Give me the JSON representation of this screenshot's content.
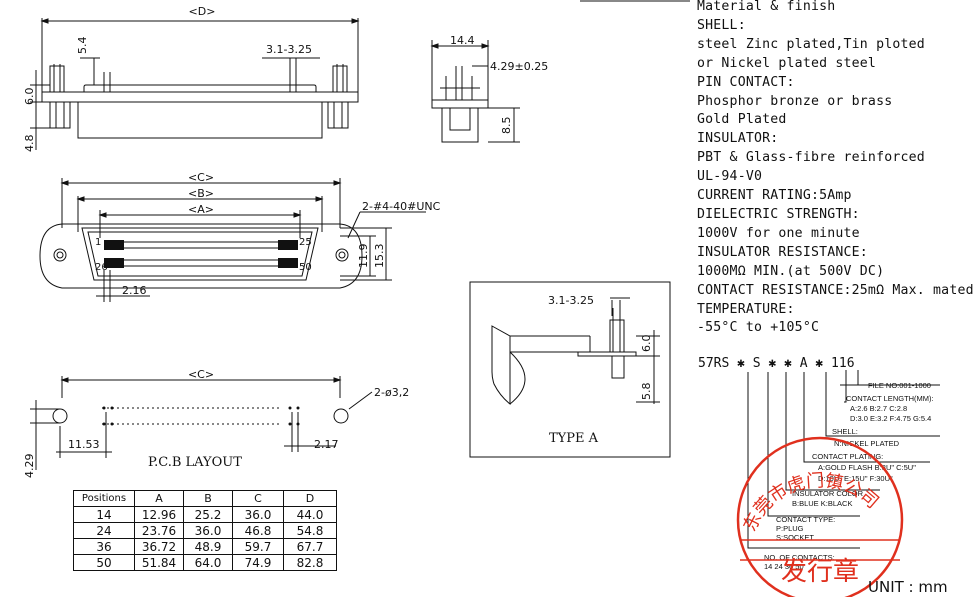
{
  "dimensions": {
    "top_d": "<D>",
    "top_54": "5.4",
    "top_31_325": "3.1-3.25",
    "top_60": "6.0",
    "top_48": "4.8",
    "side_144": "14.4",
    "side_429": "4.29±0.25",
    "side_85": "8.5",
    "front_c": "<C>",
    "front_b": "<B>",
    "front_a": "<A>",
    "front_thread": "2-#4-40#UNC",
    "front_119": "11.9",
    "front_153": "15.3",
    "front_216": "2.16",
    "pin1": "1",
    "pin26": "26",
    "pin25": "25",
    "pin50": "50",
    "pcb_c": "<C>",
    "pcb_hole": "2-ø3,2",
    "pcb_1153": "11.53",
    "pcb_217": "2.17",
    "pcb_429": "4.29",
    "typea_31_325": "3.1-3.25",
    "typea_60": "6.0",
    "typea_58": "5.8"
  },
  "labels": {
    "pcb_layout": "P.C.B LAYOUT",
    "type_a": "TYPE A",
    "unit": "UNIT : mm"
  },
  "position_table": {
    "headers": [
      "Positions",
      "A",
      "B",
      "C",
      "D"
    ],
    "rows": [
      [
        "14",
        "12.96",
        "25.2",
        "36.0",
        "44.0"
      ],
      [
        "24",
        "23.76",
        "36.0",
        "46.8",
        "54.8"
      ],
      [
        "36",
        "36.72",
        "48.9",
        "59.7",
        "67.7"
      ],
      [
        "50",
        "51.84",
        "64.0",
        "74.9",
        "82.8"
      ]
    ]
  },
  "specs": [
    "Material & finish",
    "SHELL:",
    "steel Zinc plated,Tin ploted",
    "or Nickel plated steel",
    "PIN CONTACT:",
    "Phosphor bronze or brass",
    "Gold Plated",
    "INSULATOR:",
    "PBT & Glass-fibre reinforced",
    "UL-94-V0",
    "CURRENT RATING:5Amp",
    "DIELECTRIC STRENGTH:",
    "1000V for one minute",
    "INSULATOR RESISTANCE:",
    "1000MΩ MIN.(at 500V DC)",
    "CONTACT RESISTANCE:25mΩ Max. mated",
    "TEMPERATURE:",
    "-55°C to +105°C"
  ],
  "part_number": {
    "code": "57RS ✱ S ✱ ✱ A ✱ 116",
    "file_no": "FILE NO:001-1000",
    "contact_length_title": "CONTACT LENGTH(MM):",
    "contact_length_row1": "A:2.6   B:2.7   C:2.8",
    "contact_length_row2": "D:3.0   E:3.2   F:4.75   G:5.4",
    "shell_title": "SHELL:",
    "shell_value": "N:NICKEL PLATED",
    "contact_plating_title": "CONTACT PLATING:",
    "contact_plating_row1": "A:GOLD FLASH   B:3U\" C:5U\"",
    "contact_plating_row2": "D:10U\"   E:15U\"   F:30U\"",
    "insulator_color_title": "INSULATOR COLOR",
    "insulator_color_value": "B:BLUE  K:BLACK",
    "contact_type_title": "CONTACT TYPE:",
    "contact_type_value": "P:PLUG",
    "contact_type_value2": "S:SOCKET",
    "no_contacts_title": "NO. OF CONTACTS:",
    "no_contacts_value": "14  24  36  50"
  },
  "stamp": {
    "text": "东莞市虎门镇公司",
    "center_text": "发行章"
  },
  "colors": {
    "line": "#111111",
    "stamp": "#e0301e"
  }
}
